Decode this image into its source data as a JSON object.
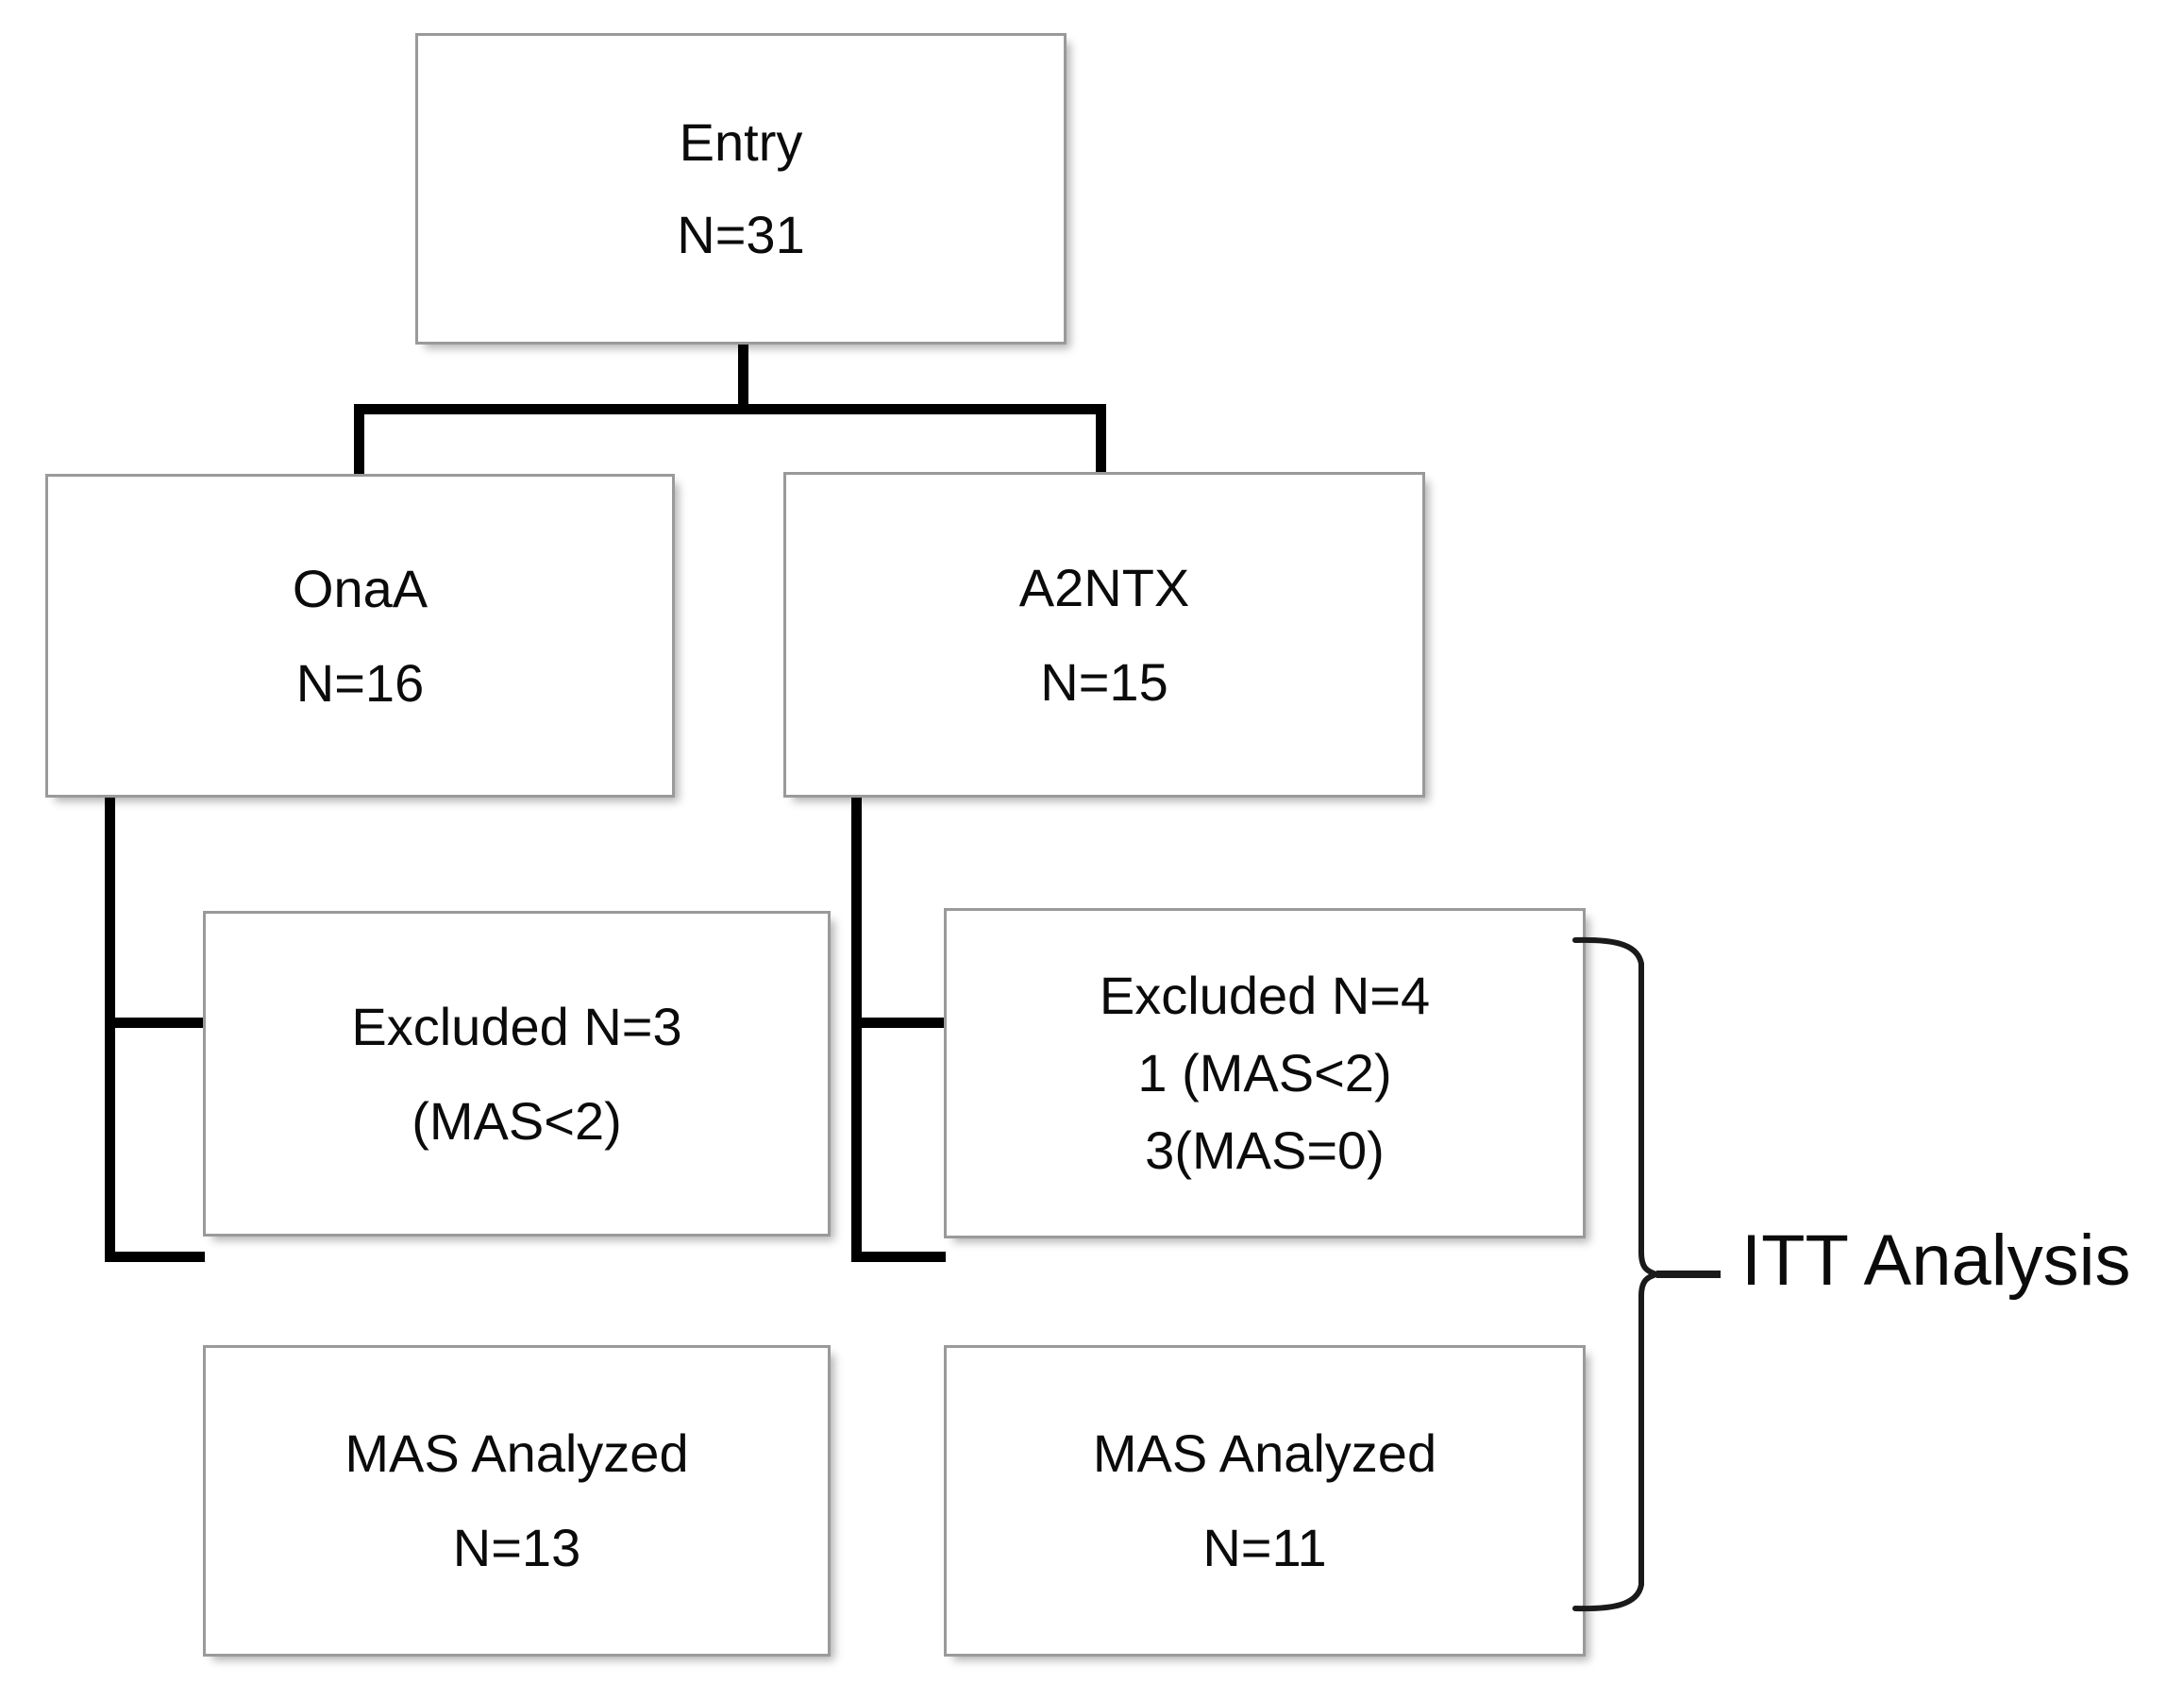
{
  "diagram": {
    "title": "CONSORT-style participant flow diagram",
    "nodes": {
      "entry": {
        "line1": "Entry",
        "line2": "N=31"
      },
      "onaa": {
        "line1": "OnaA",
        "line2": "N=16"
      },
      "a2ntx": {
        "line1": "A2NTX",
        "line2": "N=15"
      },
      "excluded_onaa": {
        "line1": "Excluded N=3",
        "line2": "(MAS<2)"
      },
      "excluded_a2ntx": {
        "line1": "Excluded N=4",
        "line2": "1 (MAS<2)",
        "line3": "3(MAS=0)"
      },
      "analyzed_onaa": {
        "line1": "MAS Analyzed",
        "line2": "N=13"
      },
      "analyzed_a2ntx": {
        "line1": "MAS Analyzed",
        "line2": "N=11"
      }
    },
    "annotation": {
      "itt_label": "ITT Analysis"
    },
    "colors": {
      "box_border": "#9a9a9a",
      "box_fill": "#ffffff",
      "connector": "#000000",
      "text": "#0b0b0b",
      "brace": "#1a1a1a"
    }
  },
  "chart_data": {
    "type": "diagram",
    "title": "Participant flow",
    "nodes": [
      {
        "id": "entry",
        "label": "Entry",
        "n": 31
      },
      {
        "id": "onaa",
        "label": "OnaA",
        "n": 16
      },
      {
        "id": "a2ntx",
        "label": "A2NTX",
        "n": 15
      },
      {
        "id": "excluded_onaa",
        "label": "Excluded",
        "n": 3,
        "reasons": [
          "(MAS<2)"
        ]
      },
      {
        "id": "excluded_a2ntx",
        "label": "Excluded",
        "n": 4,
        "reasons": [
          "1 (MAS<2)",
          "3(MAS=0)"
        ]
      },
      {
        "id": "analyzed_onaa",
        "label": "MAS Analyzed",
        "n": 13
      },
      {
        "id": "analyzed_a2ntx",
        "label": "MAS Analyzed",
        "n": 11
      }
    ],
    "edges": [
      {
        "from": "entry",
        "to": "onaa"
      },
      {
        "from": "entry",
        "to": "a2ntx"
      },
      {
        "from": "onaa",
        "to": "excluded_onaa"
      },
      {
        "from": "onaa",
        "to": "analyzed_onaa"
      },
      {
        "from": "a2ntx",
        "to": "excluded_a2ntx"
      },
      {
        "from": "a2ntx",
        "to": "analyzed_a2ntx"
      }
    ],
    "groups": [
      {
        "label": "ITT Analysis",
        "members": [
          "excluded_a2ntx",
          "analyzed_a2ntx"
        ]
      }
    ]
  }
}
